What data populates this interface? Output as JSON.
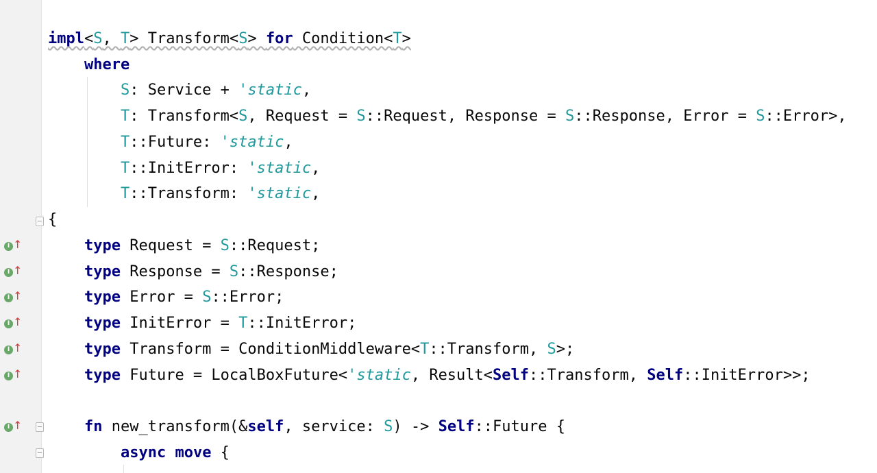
{
  "lines": [
    {
      "id": "l1",
      "tokens": [
        [
          "kw",
          "impl"
        ],
        [
          "",
          "<"
        ],
        [
          "tp",
          "S"
        ],
        [
          "",
          ", "
        ],
        [
          "tp",
          "T"
        ],
        [
          "",
          "> Transform<"
        ],
        [
          "tp",
          "S"
        ],
        [
          "",
          "> "
        ],
        [
          "kw",
          "for"
        ],
        [
          "",
          " Condition<"
        ],
        [
          "tp",
          "T"
        ],
        [
          "",
          ">"
        ]
      ]
    },
    {
      "id": "l2",
      "tokens": [
        [
          "",
          "    "
        ],
        [
          "kw",
          "where"
        ]
      ]
    },
    {
      "id": "l3",
      "tokens": [
        [
          "",
          "        "
        ],
        [
          "tp",
          "S"
        ],
        [
          "",
          ": Service + "
        ],
        [
          "lt",
          "'static"
        ],
        [
          "",
          ","
        ]
      ]
    },
    {
      "id": "l4",
      "tokens": [
        [
          "",
          "        "
        ],
        [
          "tp",
          "T"
        ],
        [
          "",
          ": Transform<"
        ],
        [
          "tp",
          "S"
        ],
        [
          "",
          ", Request = "
        ],
        [
          "tp",
          "S"
        ],
        [
          "",
          "::Request, Response = "
        ],
        [
          "tp",
          "S"
        ],
        [
          "",
          "::Response, Error = "
        ],
        [
          "tp",
          "S"
        ],
        [
          "",
          "::Error>,"
        ]
      ]
    },
    {
      "id": "l5",
      "tokens": [
        [
          "",
          "        "
        ],
        [
          "tp",
          "T"
        ],
        [
          "",
          "::Future: "
        ],
        [
          "lt",
          "'static"
        ],
        [
          "",
          ","
        ]
      ]
    },
    {
      "id": "l6",
      "tokens": [
        [
          "",
          "        "
        ],
        [
          "tp",
          "T"
        ],
        [
          "",
          "::InitError: "
        ],
        [
          "lt",
          "'static"
        ],
        [
          "",
          ","
        ]
      ]
    },
    {
      "id": "l7",
      "tokens": [
        [
          "",
          "        "
        ],
        [
          "tp",
          "T"
        ],
        [
          "",
          "::Transform: "
        ],
        [
          "lt",
          "'static"
        ],
        [
          "",
          ","
        ]
      ]
    },
    {
      "id": "l8",
      "tokens": [
        [
          "",
          "{"
        ]
      ]
    },
    {
      "id": "l9",
      "tokens": [
        [
          "",
          "    "
        ],
        [
          "kw",
          "type"
        ],
        [
          "",
          " Request = "
        ],
        [
          "tp",
          "S"
        ],
        [
          "",
          "::Request;"
        ]
      ]
    },
    {
      "id": "l10",
      "tokens": [
        [
          "",
          "    "
        ],
        [
          "kw",
          "type"
        ],
        [
          "",
          " Response = "
        ],
        [
          "tp",
          "S"
        ],
        [
          "",
          "::Response;"
        ]
      ]
    },
    {
      "id": "l11",
      "tokens": [
        [
          "",
          "    "
        ],
        [
          "kw",
          "type"
        ],
        [
          "",
          " Error = "
        ],
        [
          "tp",
          "S"
        ],
        [
          "",
          "::Error;"
        ]
      ]
    },
    {
      "id": "l12",
      "tokens": [
        [
          "",
          "    "
        ],
        [
          "kw",
          "type"
        ],
        [
          "",
          " InitError = "
        ],
        [
          "tp",
          "T"
        ],
        [
          "",
          "::InitError;"
        ]
      ]
    },
    {
      "id": "l13",
      "tokens": [
        [
          "",
          "    "
        ],
        [
          "kw",
          "type"
        ],
        [
          "",
          " Transform = ConditionMiddleware<"
        ],
        [
          "tp",
          "T"
        ],
        [
          "",
          "::Transform, "
        ],
        [
          "tp",
          "S"
        ],
        [
          "",
          ">;"
        ]
      ]
    },
    {
      "id": "l14",
      "tokens": [
        [
          "",
          "    "
        ],
        [
          "kw",
          "type"
        ],
        [
          "",
          " Future = LocalBoxFuture<"
        ],
        [
          "lt",
          "'static"
        ],
        [
          "",
          ", Result<"
        ],
        [
          "kw",
          "Self"
        ],
        [
          "",
          "::Transform, "
        ],
        [
          "kw",
          "Self"
        ],
        [
          "",
          "::InitError>>;"
        ]
      ]
    },
    {
      "id": "l15",
      "tokens": []
    },
    {
      "id": "l16",
      "tokens": [
        [
          "",
          "    "
        ],
        [
          "kw",
          "fn"
        ],
        [
          "",
          " new_transform(&"
        ],
        [
          "kw",
          "self"
        ],
        [
          "",
          ", service: "
        ],
        [
          "tp",
          "S"
        ],
        [
          "",
          ") -> "
        ],
        [
          "kw",
          "Self"
        ],
        [
          "",
          "::Future {"
        ]
      ]
    },
    {
      "id": "l17",
      "tokens": [
        [
          "",
          "        "
        ],
        [
          "kw",
          "async"
        ],
        [
          "",
          " "
        ],
        [
          "kw",
          "move"
        ],
        [
          "",
          " {"
        ]
      ]
    }
  ],
  "gutter_marker": {
    "letter": "I",
    "icon": "implements-up-arrow-icon",
    "circle_color": "#6aa86a",
    "arrow_color": "#d04040"
  },
  "colors": {
    "keyword": "#000080",
    "type_param": "#20999d",
    "lifetime": "#20999d",
    "text": "#080808"
  }
}
